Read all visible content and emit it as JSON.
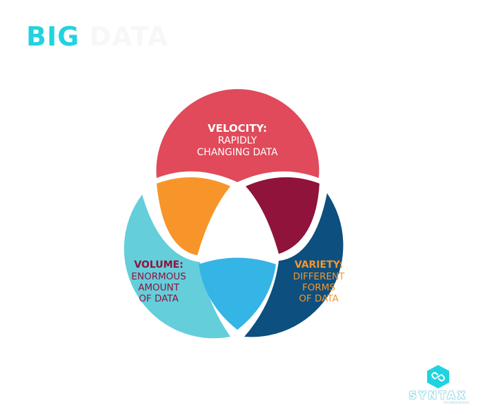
{
  "title": {
    "word1": "BIG",
    "word2": "DATA"
  },
  "colors": {
    "velocity": "#e04a5a",
    "volume": "#64cedb",
    "variety": "#0d4f7e",
    "velocity_volume": "#f7952b",
    "velocity_variety": "#8f133a",
    "volume_variety": "#35b4e6",
    "title_accent": "#21d3e0"
  },
  "circles": {
    "velocity": {
      "heading": "VELOCITY:",
      "lines": [
        "RAPIDLY",
        "CHANGING DATA"
      ]
    },
    "volume": {
      "heading": "VOLUME:",
      "lines": [
        "ENORMOUS",
        "AMOUNT",
        "OF DATA"
      ]
    },
    "variety": {
      "heading": "VARIETY:",
      "lines": [
        "DIFFERENT",
        "FORMS",
        "OF DATA"
      ]
    }
  },
  "logo": {
    "name": "SYNTAX",
    "subtitle": "TECHNOLOGIES",
    "icon": "chain-link-hexagon-icon"
  }
}
